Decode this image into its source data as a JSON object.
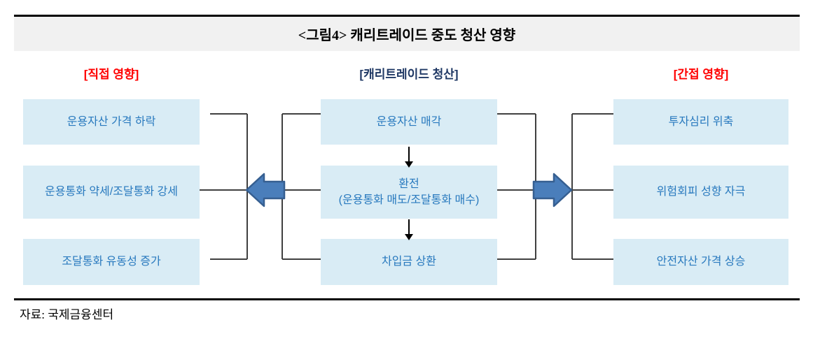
{
  "figure": {
    "title": "<그림4> 캐리트레이드 중도 청산 영향",
    "source": "자료: 국제금융센터"
  },
  "columns": {
    "left": {
      "header": "[직접 영향]",
      "boxes": [
        "운용자산 가격 하락",
        "운용통화 약세/조달통화 강세",
        "조달통화 유동성 증가"
      ]
    },
    "center": {
      "header": "[캐리트레이드 청산]",
      "boxes": [
        "운용자산 매각",
        "환전",
        "차입금 상환"
      ],
      "box2_sub": "(운용통화 매도/조달통화 매수)"
    },
    "right": {
      "header": "[간접 영향]",
      "boxes": [
        "투자심리 위축",
        "위험회피 성향 자극",
        "안전자산 가격 상승"
      ]
    }
  },
  "colors": {
    "header_left_right": "#ff0000",
    "header_center": "#1f3864",
    "box_bg": "#d9ecf5",
    "box_text": "#2879be",
    "band_bg": "#f1f1f1",
    "connector": "#404040",
    "down_arrow": "#000000",
    "block_arrow_fill": "#4a7ebb",
    "block_arrow_stroke": "#365f91"
  }
}
